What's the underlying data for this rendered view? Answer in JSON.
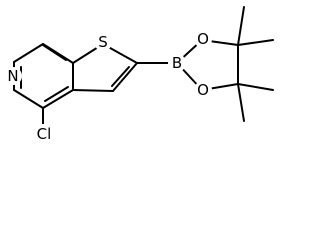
{
  "atoms": {
    "s": "S",
    "n": "N",
    "cl": "Cl",
    "b": "B",
    "o_upper": "O",
    "o_lower": "O"
  },
  "colors": {
    "bond": "#000000",
    "label": "#000000",
    "background": "#ffffff"
  }
}
